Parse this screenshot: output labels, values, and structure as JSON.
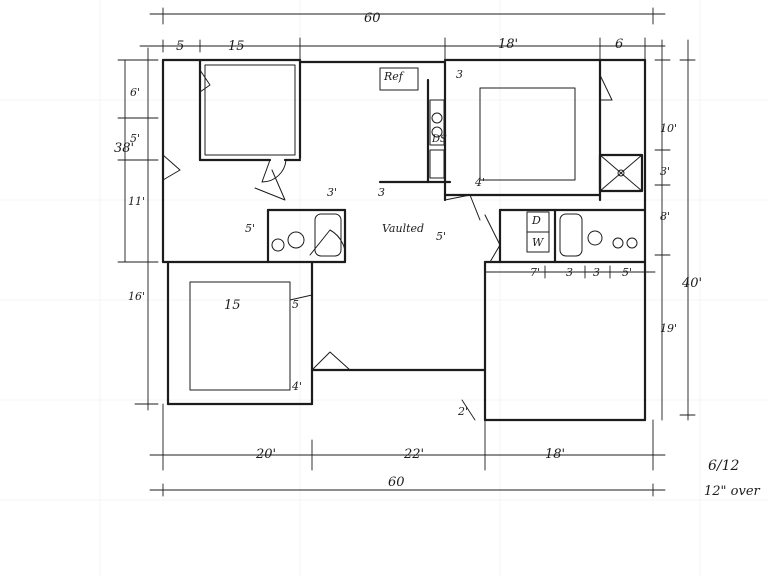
{
  "dims": {
    "overall_top": "60",
    "top_5": "5",
    "top_15": "15",
    "top_18": "18'",
    "top_6": "6",
    "left_38": "38'",
    "left_6": "6'",
    "left_5": "5'",
    "left_11": "11'",
    "left_16": "16'",
    "right_10": "10'",
    "right_3": "3'",
    "right_8": "8'",
    "right_40": "40'",
    "right_19": "19'",
    "bottom_20": "20'",
    "bottom_22": "22'",
    "bottom_18": "18'",
    "overall_bottom": "60",
    "row_7": "7'",
    "row_3a": "3",
    "row_3b": "3",
    "row_5": "5'",
    "bath_3": "3'",
    "bath_5": "5'",
    "kitchen_3": "3",
    "hall_5": "5'",
    "hall_4": "4'",
    "closet_4": "4'",
    "bed_15": "15",
    "bed_5": "5",
    "garage_2": "2'",
    "top_3": "3"
  },
  "labels": {
    "ref": "Ref",
    "ds": "DS",
    "vaulted": "Vaulted",
    "d": "D",
    "w": "W"
  },
  "notes": {
    "pitch": "6/12",
    "overhang": "12\" over"
  }
}
